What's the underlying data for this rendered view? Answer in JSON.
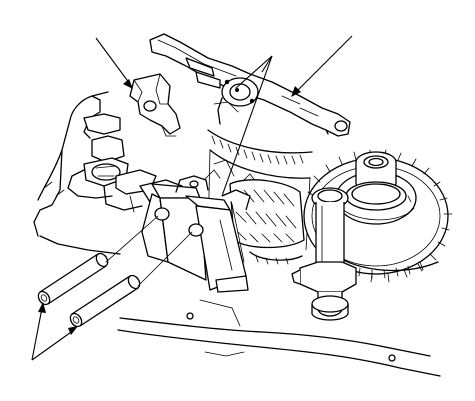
{
  "figure": {
    "kind": "exploded-assembly line drawing",
    "callouts": [
      {
        "id": "callout-top-left",
        "target": "shift-fork"
      },
      {
        "id": "callout-top-right",
        "target": "selector-arm"
      },
      {
        "id": "callout-center",
        "target": "selector-arm-pin"
      },
      {
        "id": "callout-bottom-left",
        "target": "dowel-pins"
      }
    ],
    "colors": {
      "line": "#000000",
      "background": "#ffffff"
    }
  }
}
